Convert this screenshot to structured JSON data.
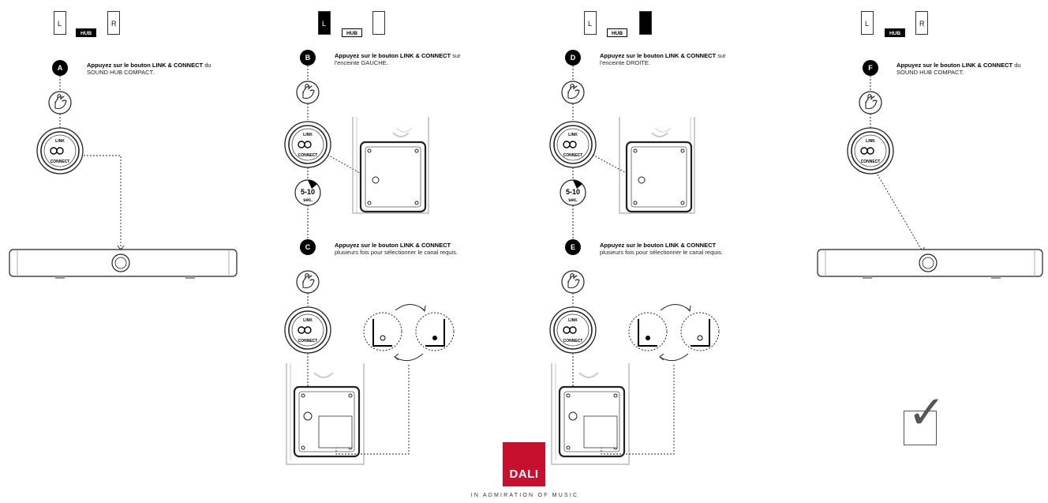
{
  "speaker_labels": {
    "left": "L",
    "right": "R",
    "hub": "HUB"
  },
  "button": {
    "line1": "LINK",
    "line2": "CONNECT"
  },
  "timer": {
    "value": "5-10",
    "unit": "sec."
  },
  "steps": {
    "A": {
      "letter": "A",
      "bold": "Appuyez sur le bouton LINK & CONNECT",
      "rest": "du",
      "line2": "SOUND HUB COMPACT."
    },
    "B": {
      "letter": "B",
      "bold": "Appuyez sur le bouton LINK & CONNECT",
      "rest": "sur",
      "line2": "l'enceinte GAUCHE."
    },
    "C": {
      "letter": "C",
      "bold": "Appuyez sur le bouton LINK & CONNECT",
      "rest": "",
      "line2": "plusieurs fois pour sélectionner le canal requis."
    },
    "D": {
      "letter": "D",
      "bold": "Appuyez sur le bouton LINK & CONNECT",
      "rest": "sur",
      "line2": "l'enceinte DROITE."
    },
    "E": {
      "letter": "E",
      "bold": "Appuyez sur le bouton LINK & CONNECT",
      "rest": "",
      "line2": "plusieurs fois pour sélectionner le canal requis."
    },
    "F": {
      "letter": "F",
      "bold": "Appuyez sur le bouton LINK & CONNECT",
      "rest": "du",
      "line2": "SOUND HUB COMPACT."
    }
  },
  "brand": {
    "logo": "DALI",
    "tagline": "IN ADMIRATION OF MUSIC"
  },
  "check_symbol": "✓",
  "colors": {
    "brand_red": "#c8102e",
    "line": "#222222",
    "grey": "#888888"
  }
}
